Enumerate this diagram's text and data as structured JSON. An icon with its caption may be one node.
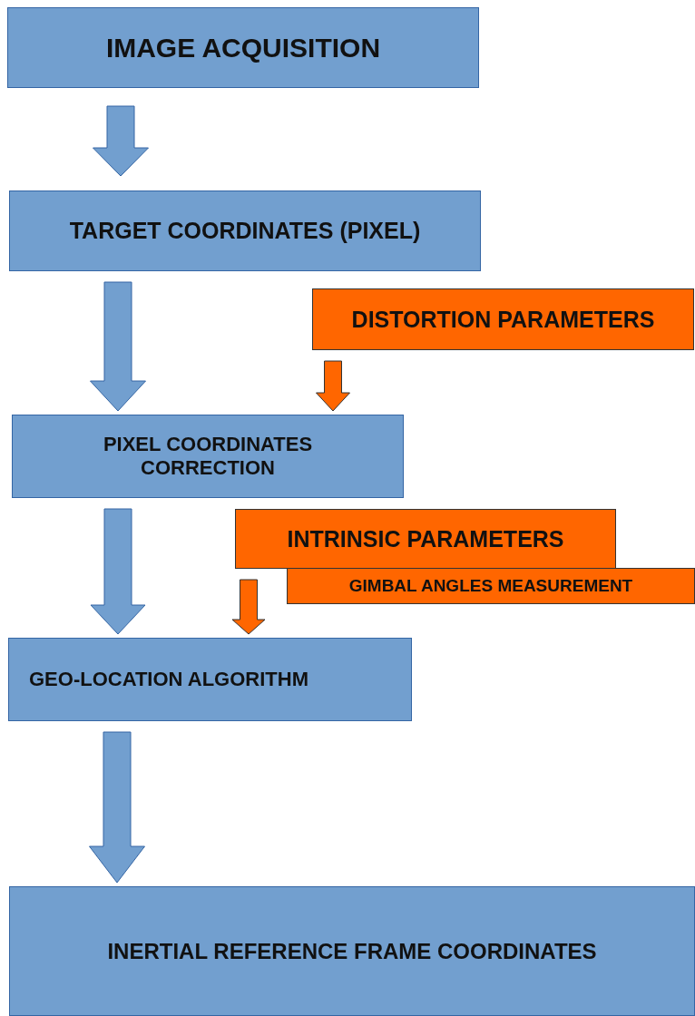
{
  "diagram": {
    "nodes": [
      {
        "text": [
          "IMAGE ACQUISITION"
        ]
      },
      {
        "text": [
          "TARGET COORDINATES (PIXEL)"
        ]
      },
      {
        "text": [
          "DISTORTION PARAMETERS"
        ]
      },
      {
        "text": [
          "PIXEL COORDINATES CORRECTION"
        ]
      },
      {
        "text": [
          "INTRINSIC PARAMETERS"
        ]
      },
      {
        "text": [
          "GIMBAL ANGLES MEASUREMENT"
        ]
      },
      {
        "text": [
          "GEO-LOCATION ALGORITHM"
        ]
      },
      {
        "text": [
          "INERTIAL REFERENCE FRAME COORDINATES"
        ]
      }
    ],
    "edges": [
      {
        "from": 0,
        "to": 1,
        "arrow": "to"
      },
      {
        "from": 1,
        "to": 3,
        "arrow": "to"
      },
      {
        "from": 2,
        "to": 3,
        "arrow": "to",
        "color": "#ff6600"
      },
      {
        "from": 3,
        "to": 6,
        "arrow": "to"
      },
      {
        "from": 4,
        "to": 6,
        "arrow": "to",
        "color": "#ff6600"
      },
      {
        "from": 6,
        "to": 7,
        "arrow": "to"
      }
    ]
  }
}
